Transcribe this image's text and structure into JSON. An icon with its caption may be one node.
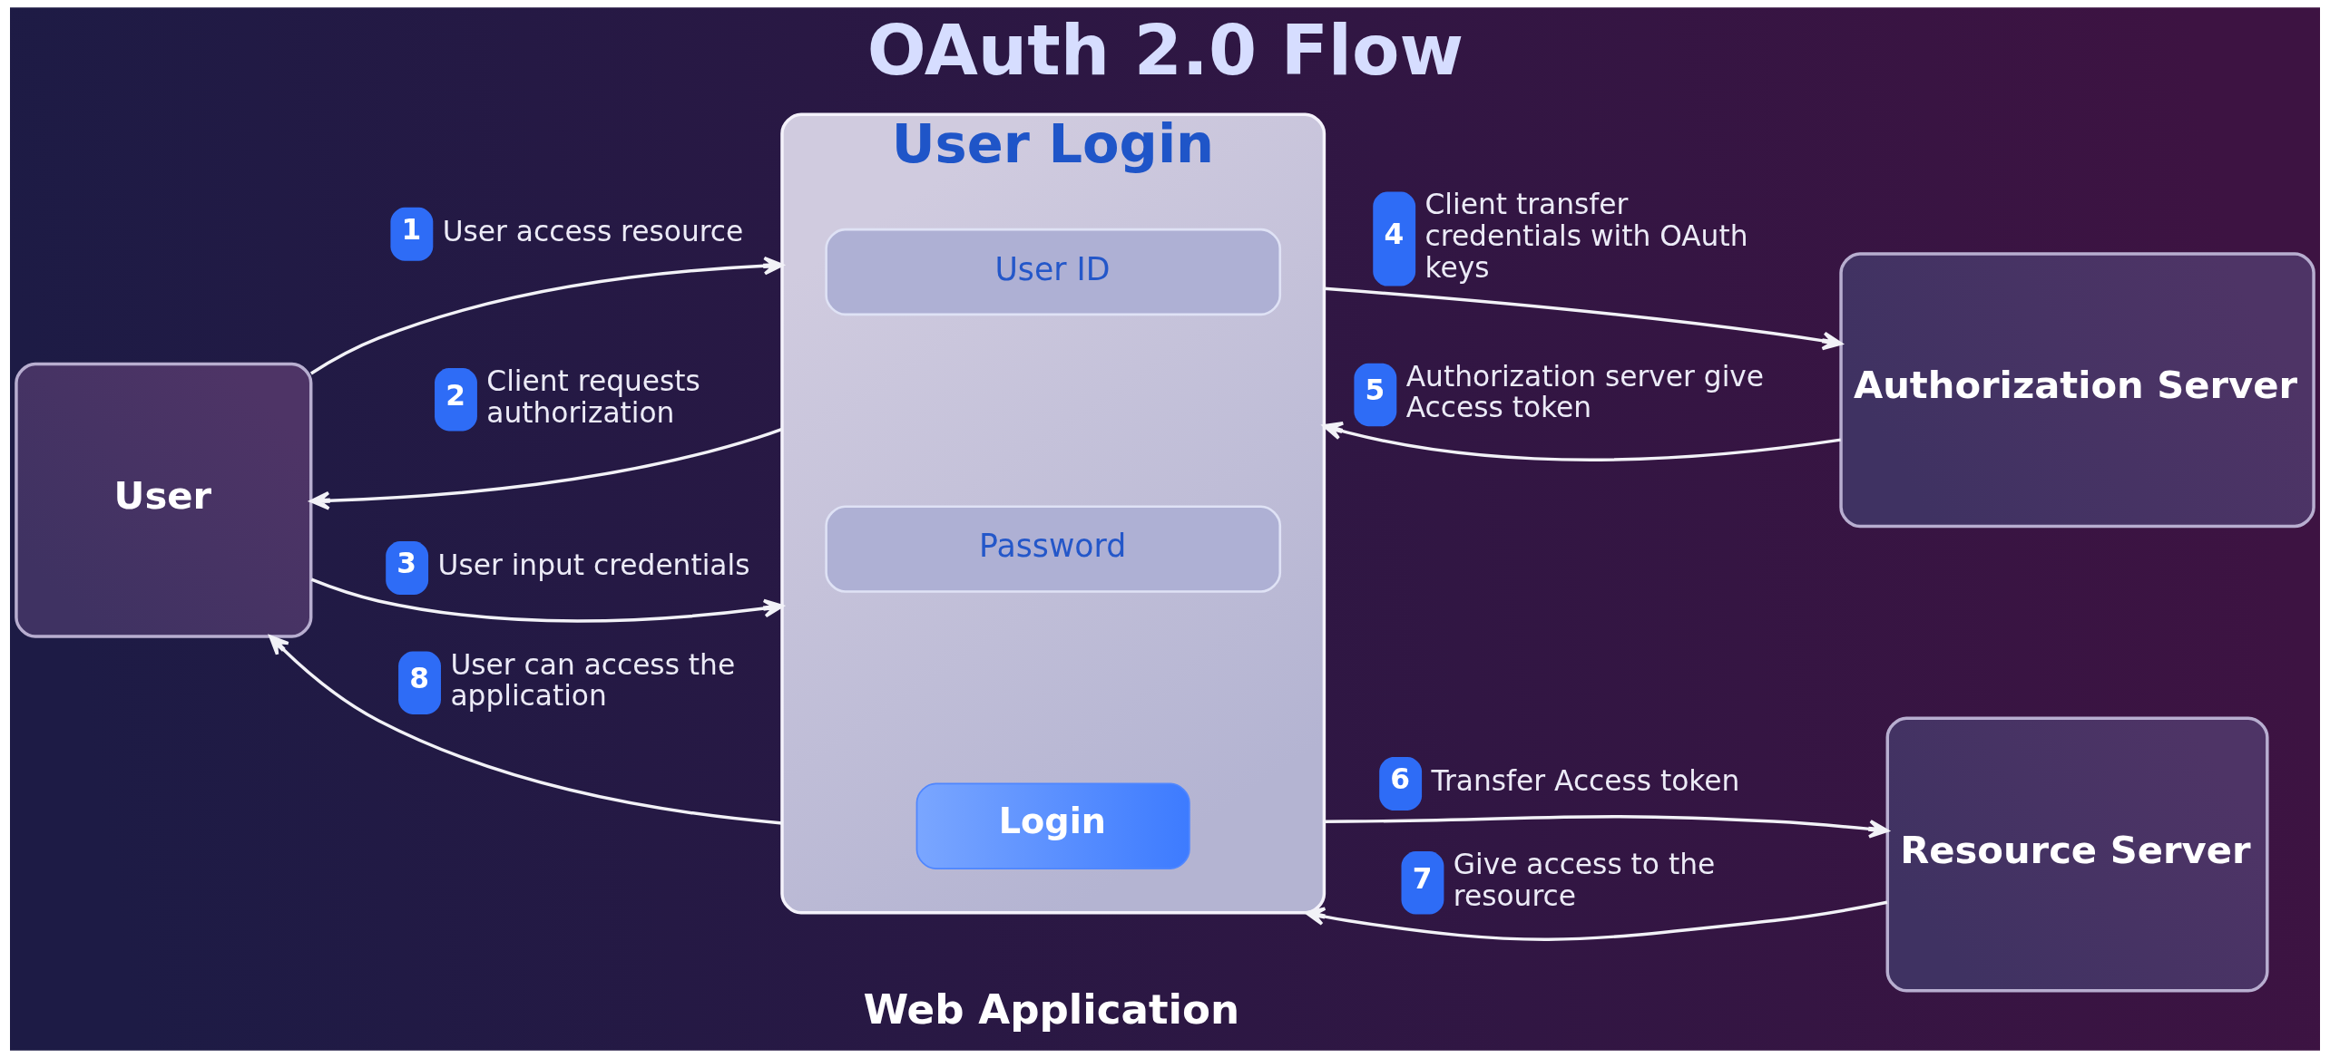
{
  "diagram": {
    "title": "OAuth 2.0 Flow",
    "nodes": [
      {
        "text": [
          "User"
        ]
      },
      {
        "text": [
          "User Login"
        ],
        "beside": [
          "Web Application"
        ]
      },
      {
        "text": [
          "User ID"
        ],
        "in": 1
      },
      {
        "text": [
          "Password"
        ],
        "in": 1
      },
      {
        "text": [
          "Login"
        ],
        "in": 1
      },
      {
        "text": [
          "Authorization Server"
        ]
      },
      {
        "text": [
          "Resource Server"
        ]
      }
    ],
    "edges": [
      {
        "from": 0,
        "to": 1,
        "arrow": "to",
        "label": "1 User access resource"
      },
      {
        "from": 1,
        "to": 0,
        "arrow": "to",
        "label": "2 Client requests authorization"
      },
      {
        "from": 0,
        "to": 1,
        "arrow": "to",
        "label": "3 User input credentials"
      },
      {
        "from": 1,
        "to": 5,
        "arrow": "to",
        "label": "4 Client transfer credentials with OAuth keys"
      },
      {
        "from": 5,
        "to": 1,
        "arrow": "to",
        "label": "5 Authorization server give Access token"
      },
      {
        "from": 1,
        "to": 6,
        "arrow": "to",
        "label": "6 Transfer Access token"
      },
      {
        "from": 6,
        "to": 1,
        "arrow": "to",
        "label": "7 Give access to the resource"
      },
      {
        "from": 1,
        "to": 0,
        "arrow": "to",
        "label": "8 User can access the application"
      }
    ]
  }
}
